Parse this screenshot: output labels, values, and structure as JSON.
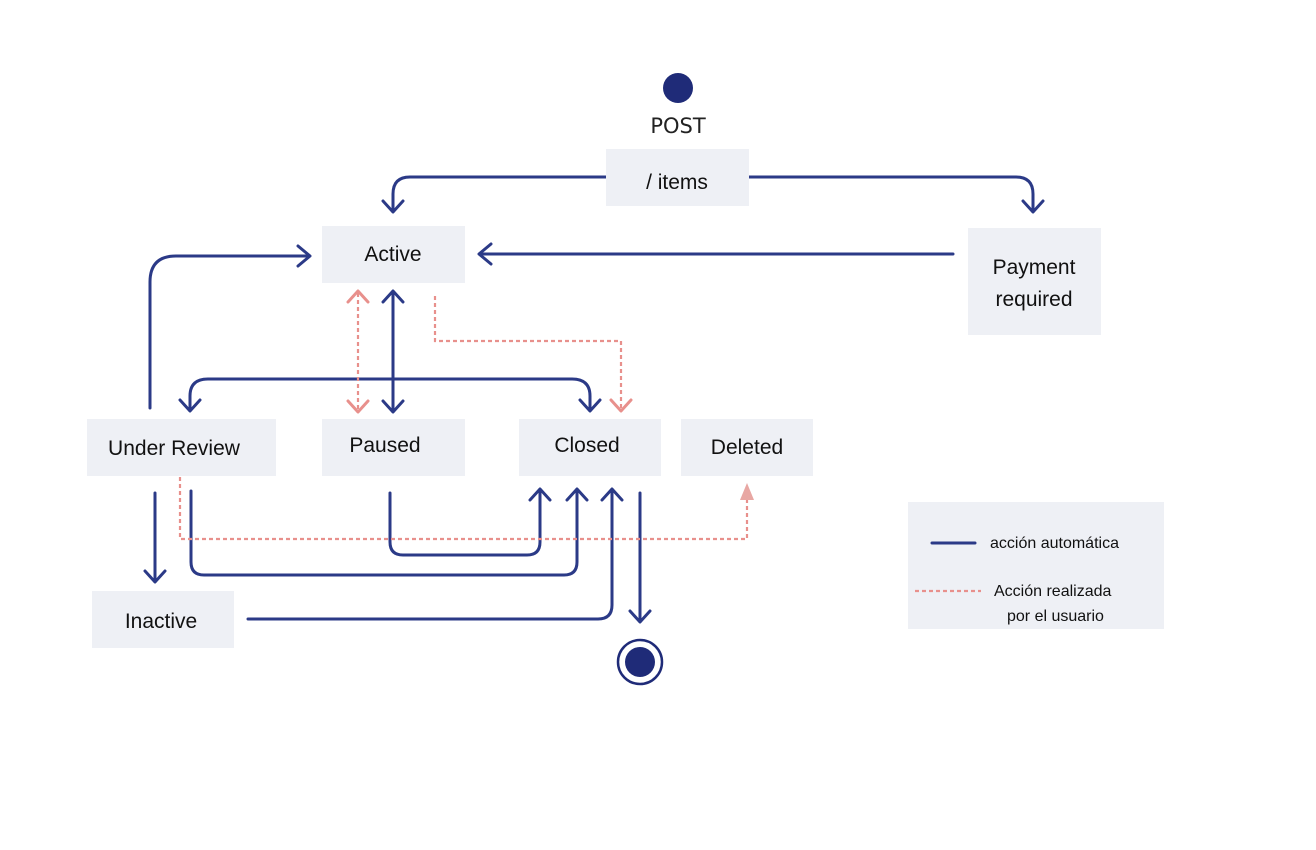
{
  "diagram": {
    "start_label": "POST",
    "nodes": {
      "items": "/ items",
      "active": "Active",
      "payment_line1": "Payment",
      "payment_line2": "required",
      "under_review": "Under Review",
      "paused": "Paused",
      "closed": "Closed",
      "deleted": "Deleted",
      "inactive": "Inactive"
    },
    "legend": {
      "automatic": "acción automática",
      "user_line1": "Acción realizada",
      "user_line2": "por el usuario"
    },
    "colors": {
      "automatic_arrow": "#2b3a87",
      "user_arrow": "#e8908c",
      "node_fill": "#eef0f5",
      "start_end_dot": "#1f2b78"
    }
  }
}
